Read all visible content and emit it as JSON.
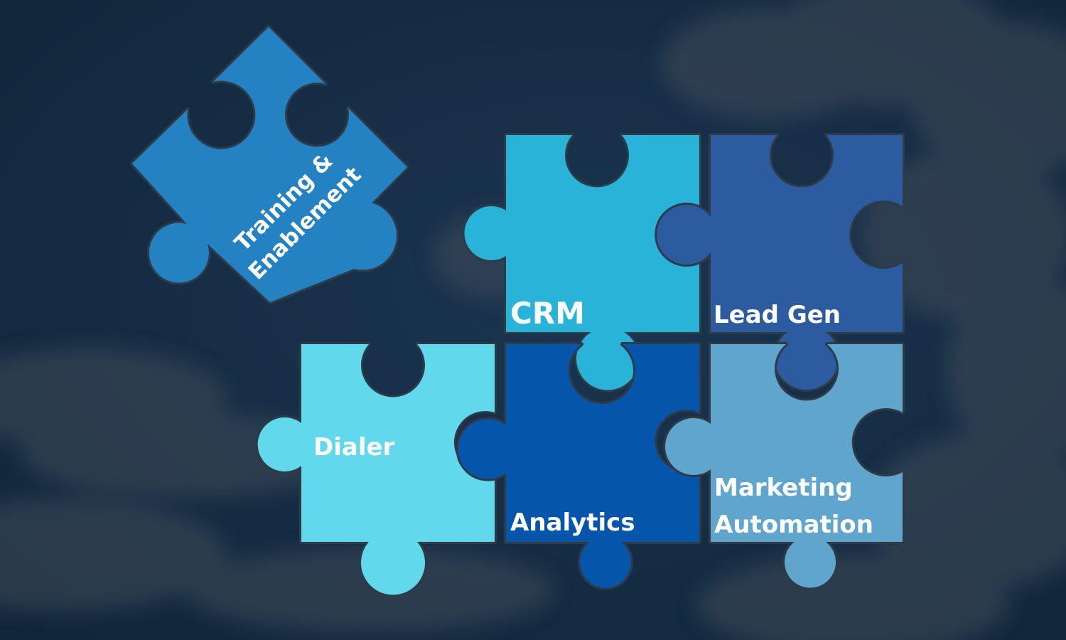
{
  "pieces": {
    "crm": {
      "label": "CRM",
      "color": "#29b3d8"
    },
    "lead_gen": {
      "label": "Lead Gen",
      "color": "#2c5c9f"
    },
    "dialer": {
      "label": "Dialer",
      "color": "#62d8ec"
    },
    "analytics": {
      "label": "Analytics",
      "color": "#0556ab"
    },
    "marketing_automation": {
      "line1": "Marketing",
      "line2": "Automation",
      "color": "#5fa5cc"
    },
    "training_enablement": {
      "line1": "Training &",
      "line2": "Enablement",
      "color": "#2582c2"
    }
  },
  "colors": {
    "background": "#10263a",
    "cloud": "#3f4b59",
    "gap": "#2d3b49"
  }
}
